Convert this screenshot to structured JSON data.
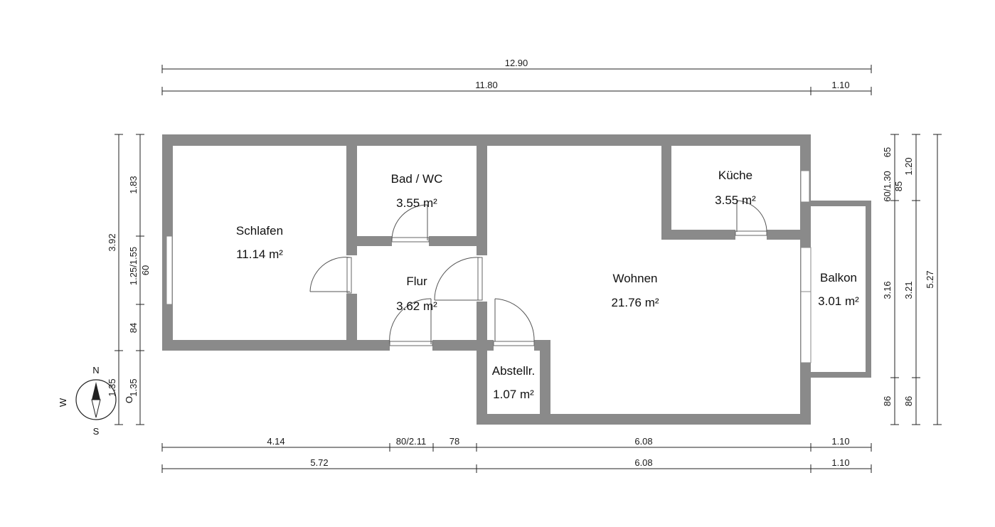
{
  "rooms": {
    "schlafen": {
      "name": "Schlafen",
      "area": "11.14 m²"
    },
    "bad": {
      "name": "Bad / WC",
      "area": "3.55 m²"
    },
    "flur": {
      "name": "Flur",
      "area": "3.62 m²"
    },
    "wohnen": {
      "name": "Wohnen",
      "area": "21.76 m²"
    },
    "kueche": {
      "name": "Küche",
      "area": "3.55 m²"
    },
    "balkon": {
      "name": "Balkon",
      "area": "3.01 m²"
    },
    "abstell": {
      "name": "Abstellr.",
      "area": "1.07 m²"
    }
  },
  "dims": {
    "top_total": "12.90",
    "top_main": "11.80",
    "top_balcony": "1.10",
    "bottom1_a": "4.14",
    "bottom1_b": "80/2.11",
    "bottom1_c": "78",
    "bottom1_d": "6.08",
    "bottom1_e": "1.10",
    "bottom2_a": "5.72",
    "bottom2_b": "6.08",
    "bottom2_c": "1.10",
    "left_outer": "3.92",
    "left_outer_b": "1.35",
    "left_inner_a": "1.83",
    "left_inner_b": "1.25/1.55",
    "left_inner_b2": "60",
    "left_inner_c": "84",
    "left_inner_d": "1.35",
    "right1_a": "60/1.30",
    "right1_b": "3.16",
    "right1_c": "86",
    "right2_a": "65",
    "right2_b": "85",
    "right2_c": "1.20",
    "right2_d": "3.21",
    "right2_e": "86",
    "right3": "5.27"
  },
  "compass": {
    "n": "N",
    "s": "S",
    "w": "W",
    "o": "O"
  },
  "colors": {
    "wall": "#8a8a8a",
    "line": "#222222"
  }
}
